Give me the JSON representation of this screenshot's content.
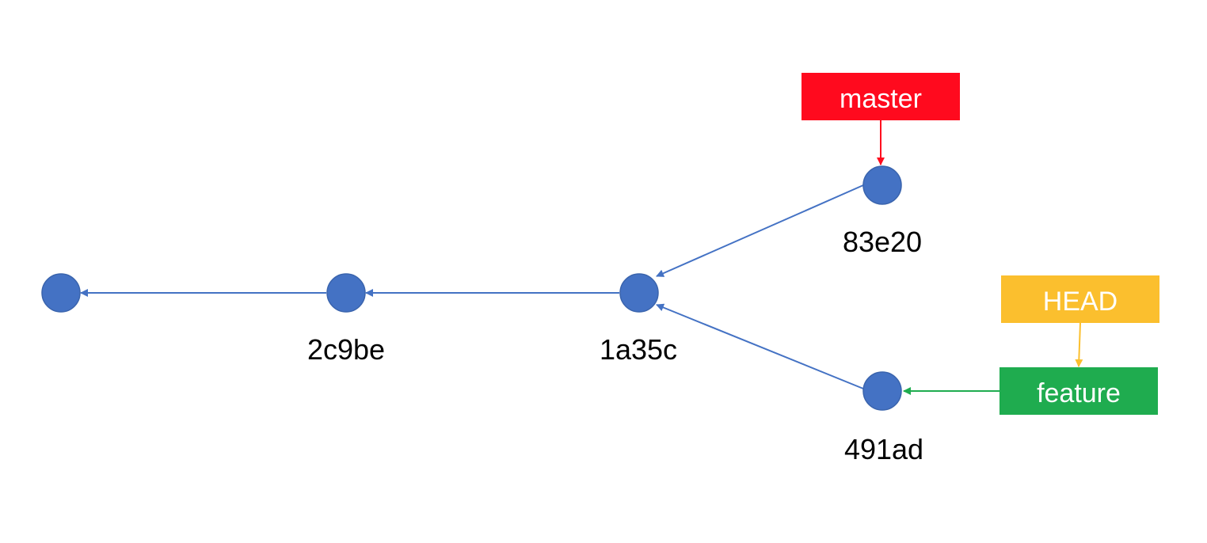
{
  "commits": [
    {
      "id": "c0",
      "label": ""
    },
    {
      "id": "c1",
      "label": "2c9be"
    },
    {
      "id": "c2",
      "label": "1a35c"
    },
    {
      "id": "c3",
      "label": "83e20"
    },
    {
      "id": "c4",
      "label": "491ad"
    }
  ],
  "refs": {
    "master": {
      "label": "master",
      "color": "#ff0a1e"
    },
    "head": {
      "label": "HEAD",
      "color": "#fbbf2e"
    },
    "feature": {
      "label": "feature",
      "color": "#1fac4f"
    }
  },
  "colors": {
    "commit_node": "#4472c4",
    "commit_edge": "#4472c4"
  }
}
